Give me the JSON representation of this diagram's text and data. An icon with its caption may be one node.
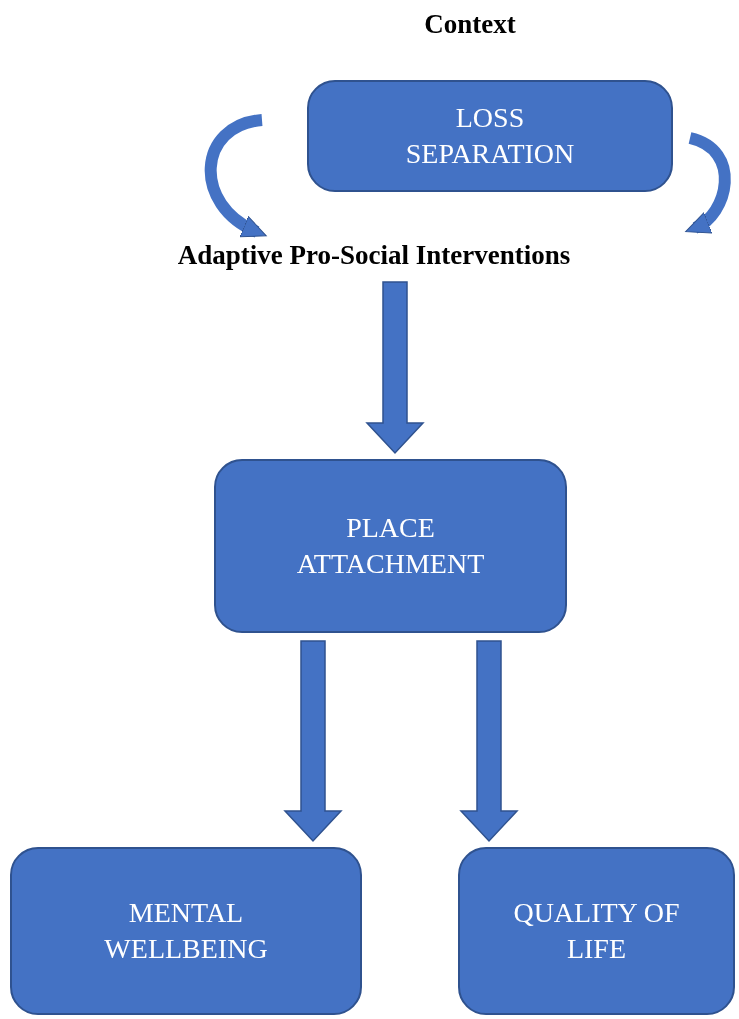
{
  "diagram": {
    "title": "Context",
    "nodes": [
      {
        "text": [
          "LOSS SEPARATION"
        ]
      },
      {
        "text": [
          "Adaptive Pro-Social Interventions"
        ]
      },
      {
        "text": [
          "PLACE ATTACHMENT"
        ]
      },
      {
        "text": [
          "MENTAL WELLBEING"
        ]
      },
      {
        "text": [
          "QUALITY OF LIFE"
        ]
      }
    ],
    "edges": [
      {
        "from": null,
        "to": 1,
        "arrow": "to"
      },
      {
        "from": 1,
        "to": 2,
        "arrow": "to"
      },
      {
        "from": 2,
        "to": 3,
        "arrow": "to"
      },
      {
        "from": 2,
        "to": 4,
        "arrow": "to"
      }
    ]
  }
}
